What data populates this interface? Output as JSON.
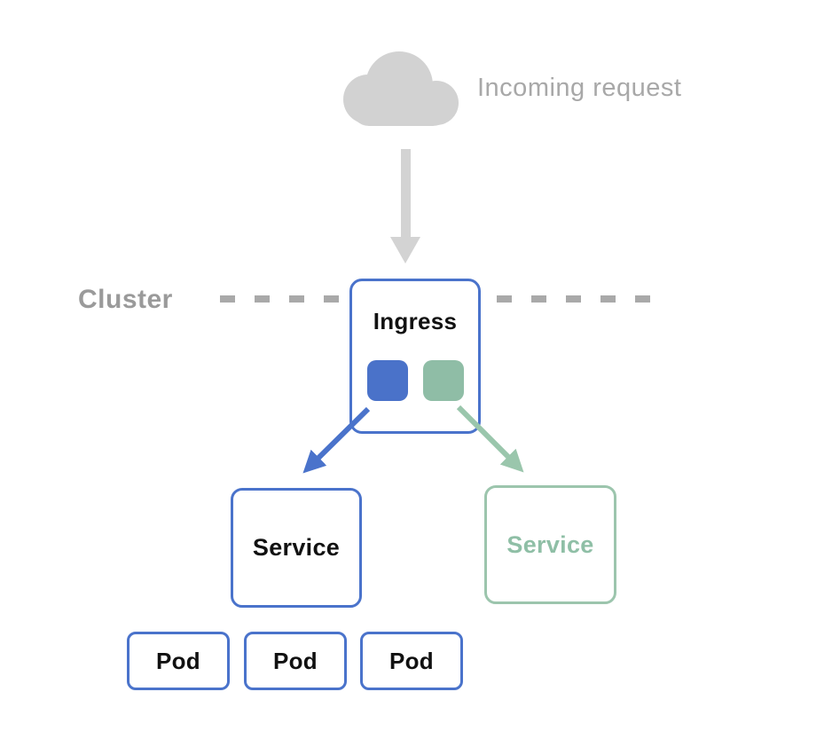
{
  "diagram": {
    "incoming_request_label": "Incoming request",
    "cluster_label": "Cluster",
    "ingress": {
      "label": "Ingress",
      "backend_chips": [
        {
          "name": "blue-backend-chip",
          "color": "#4a72c9"
        },
        {
          "name": "green-backend-chip",
          "color": "#8fbda6"
        }
      ]
    },
    "services": [
      {
        "label": "Service",
        "variant": "blue",
        "border_color": "#4a73cb",
        "text_color": "#111111"
      },
      {
        "label": "Service",
        "variant": "green",
        "border_color": "#9cc5ad",
        "text_color": "#8fbfa6"
      }
    ],
    "pods": [
      "Pod",
      "Pod",
      "Pod"
    ],
    "icons": {
      "cloud": "cloud-icon",
      "down_arrow": "gray-down-arrow-icon",
      "blue_route_arrow": "ingress-to-blue-service-arrow",
      "green_route_arrow": "ingress-to-green-service-arrow"
    },
    "colors": {
      "blue": "#4a72c9",
      "blue_border": "#4a73cb",
      "green": "#8fbda6",
      "green_border": "#9cc5ad",
      "green_arrow": "#9ac6ac",
      "gray_icon": "#d2d2d2",
      "gray_text_light": "#a8a8a8",
      "gray_text_bold": "#9a9a9a",
      "dash_gray": "#a9a9a9",
      "background": "#ffffff"
    }
  }
}
